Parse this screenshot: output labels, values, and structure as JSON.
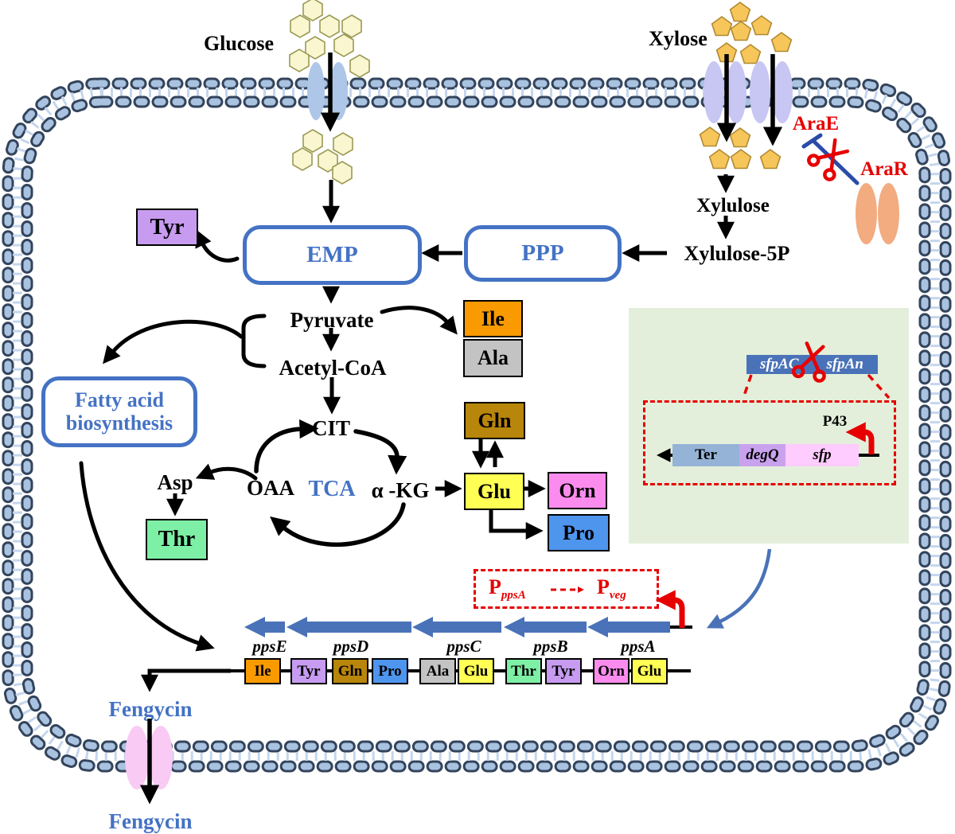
{
  "palette": {
    "accent_blue": "#4472c4",
    "gene_arrow_blue": "#4a72b8",
    "red": "#e60000",
    "inhibition_line_blue": "#2b4ba8",
    "membrane_oval_fill": "#a9c2df",
    "membrane_outline": "#33445c",
    "membrane_inner_squiggle": "#c4d6ee",
    "green_panel": "#e3efda",
    "glucose_hexagon": "#faf6d0",
    "xylose_pentagon": "#f6c65b",
    "glucose_transporter": "#aec7e8",
    "xylose_transporter": "#c8c6f2",
    "arar_protein": "#f2ac80",
    "fengycin_transporter": "#f8caf4",
    "aa_colors": {
      "Ile": "#f89a00",
      "Tyr": "#c79cf0",
      "Gln": "#b8860b",
      "Pro": "#4e95ee",
      "Ala": "#c3c3c3",
      "Glu": "#ffff54",
      "Thr": "#7df0a6",
      "Orn": "#fb8cee"
    }
  },
  "sugars": {
    "glucose_label": "Glucose",
    "xylose_label": "Xylose"
  },
  "glycolysis": {
    "emp": "EMP",
    "ppp": "PPP",
    "xylulose": "Xylulose",
    "xylulose_5p": "Xylulose-5P",
    "pyruvate": "Pyruvate",
    "acetyl_coa": "Acetyl-CoA"
  },
  "tca": {
    "cit": "CIT",
    "oaa": "OAA",
    "cycle": "TCA",
    "akg": "α -KG",
    "asp": "Asp"
  },
  "fatty_acid": {
    "line1": "Fatty acid",
    "line2": "biosynthesis"
  },
  "amino_acids": {
    "tyr": "Tyr",
    "ile": "Ile",
    "ala": "Ala",
    "gln": "Gln",
    "glu": "Glu",
    "orn": "Orn",
    "pro": "Pro",
    "thr": "Thr"
  },
  "regulation": {
    "arae": "AraE",
    "arar": "AraR"
  },
  "sfp_panel": {
    "gene_left": "sfpAC",
    "gene_right": "sfpAn",
    "p43": "P43",
    "terminator": "Ter",
    "degq": "degQ",
    "sfp": "sfp"
  },
  "pps_cluster": {
    "promoter_original": "P",
    "promoter_original_sub": "ppsA",
    "promoter_new": "P",
    "promoter_new_sub": "veg",
    "genes": [
      {
        "label": "ppsE"
      },
      {
        "label": "ppsD"
      },
      {
        "label": "ppsC"
      },
      {
        "label": "ppsB"
      },
      {
        "label": "ppsA"
      }
    ],
    "aa_row": [
      {
        "label": "Ile"
      },
      {
        "label": "Tyr"
      },
      {
        "label": "Gln"
      },
      {
        "label": "Pro"
      },
      {
        "label": "Ala"
      },
      {
        "label": "Glu"
      },
      {
        "label": "Thr"
      },
      {
        "label": "Tyr"
      },
      {
        "label": "Orn"
      },
      {
        "label": "Glu"
      }
    ]
  },
  "product": {
    "fengycin_inside": "Fengycin",
    "fengycin_outside": "Fengycin"
  }
}
